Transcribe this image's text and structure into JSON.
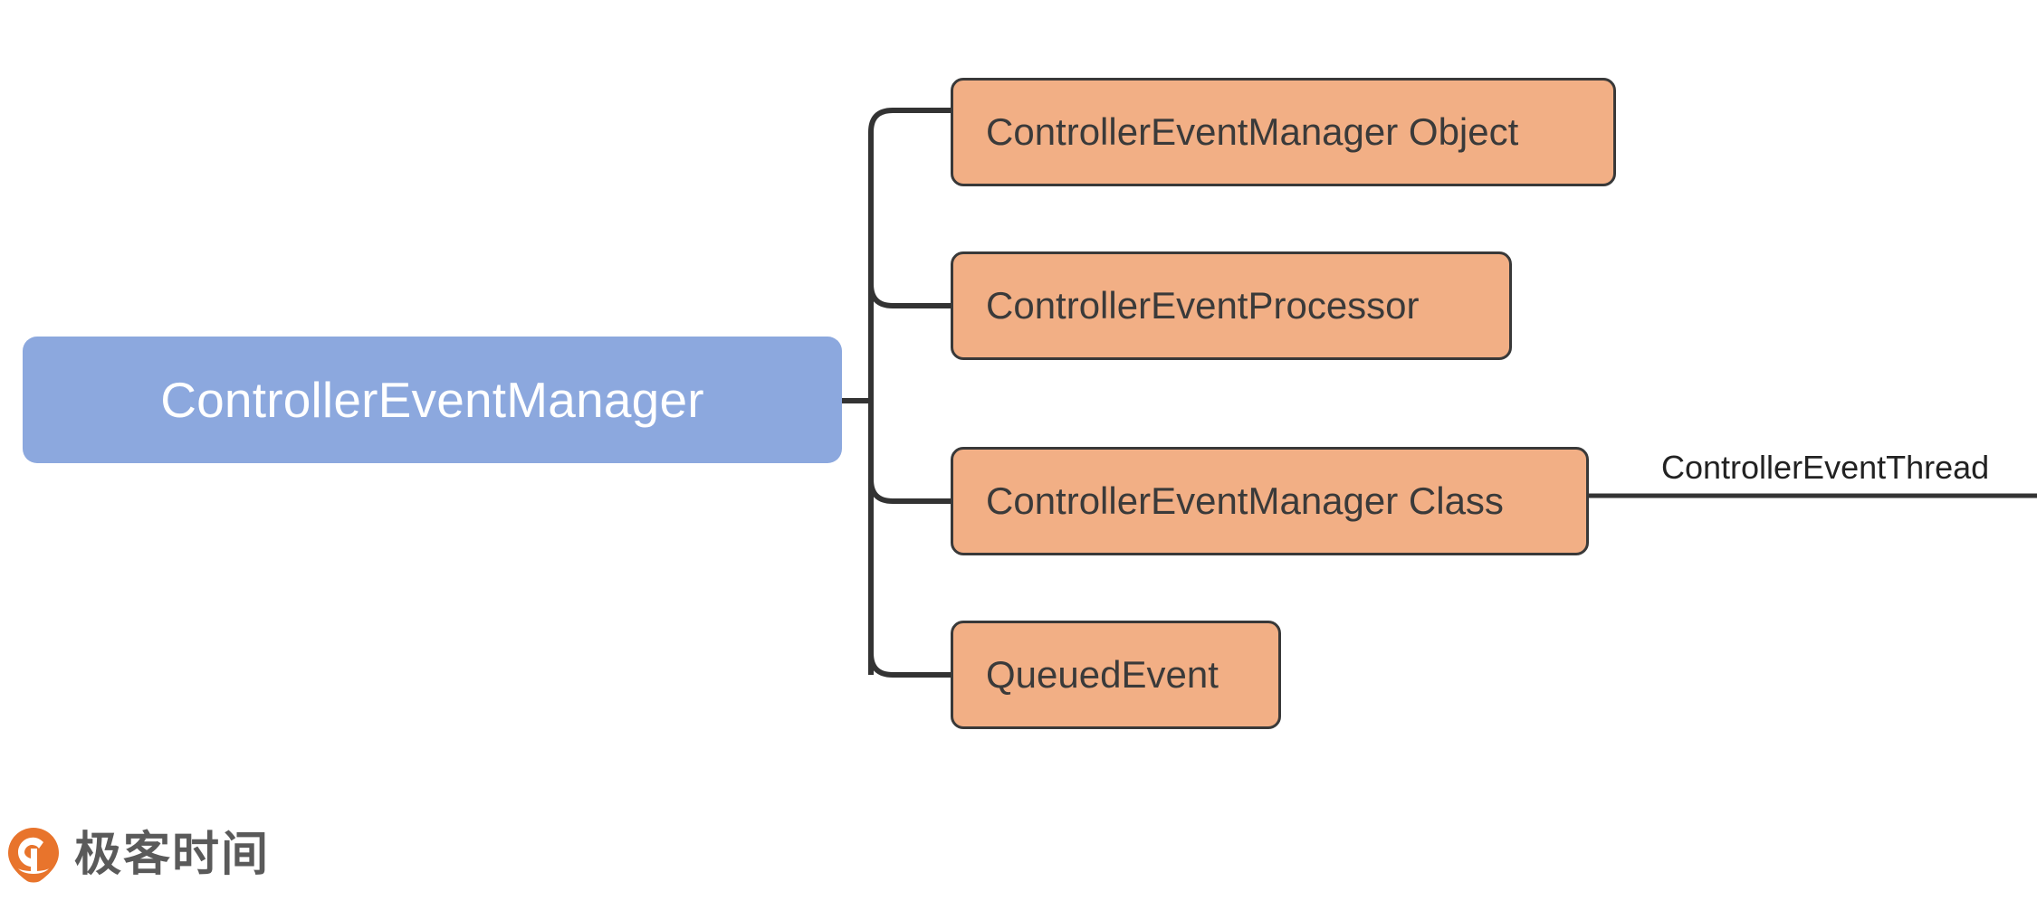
{
  "diagram": {
    "type": "mindmap",
    "root": {
      "label": "ControllerEventManager",
      "fill": "#8CA8DE",
      "text_color": "#FFFFFF"
    },
    "children": [
      {
        "label": "ControllerEventManager Object",
        "fill": "#F2AF85",
        "text_color": "#3A3A3A"
      },
      {
        "label": "ControllerEventProcessor",
        "fill": "#F2AF85",
        "text_color": "#3A3A3A"
      },
      {
        "label": "ControllerEventManager Class",
        "fill": "#F2AF85",
        "text_color": "#3A3A3A"
      },
      {
        "label": "QueuedEvent",
        "fill": "#F2AF85",
        "text_color": "#3A3A3A"
      }
    ],
    "branch_label": "ControllerEventThread",
    "connector_color": "#333333"
  },
  "brand": {
    "text": "极客时间",
    "mark_color": "#E8742C",
    "icon": "geektime-logo-icon"
  }
}
